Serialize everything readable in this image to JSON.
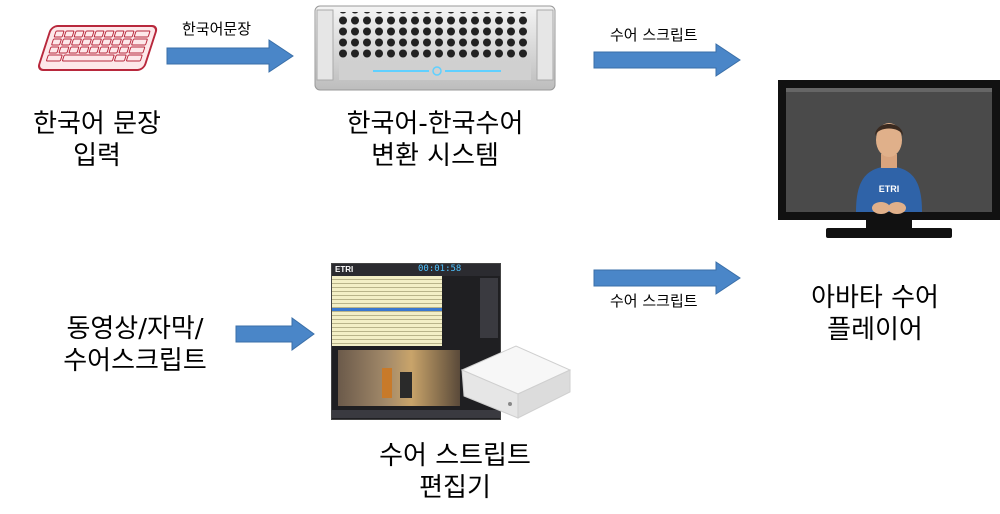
{
  "input_node": {
    "line1": "한국어 문장",
    "line2": "입력",
    "icon": "keyboard-icon"
  },
  "arrow_input_label": "한국어문장",
  "server_node": {
    "line1": "한국어-한국수어",
    "line2": "변환 시스템",
    "icon": "server-icon"
  },
  "arrow_server_label": "수어 스크립트",
  "player_node": {
    "line1": "아바타 수어",
    "line2": "플레이어",
    "icon": "monitor-icon",
    "avatar_shirt_text": "ETRI"
  },
  "video_node": {
    "line1": "동영상/자막/",
    "line2": "수어스크립트"
  },
  "editor_node": {
    "line1": "수어 스트립트",
    "line2": "편집기",
    "icon": "editor-screenshot",
    "logo": "ETRI",
    "timer": "00:01:58"
  },
  "arrow_editor_label": "수어 스크립트",
  "colors": {
    "arrow": "#4a86c8",
    "keyboard": "#c04050",
    "monitor": "#111111"
  }
}
